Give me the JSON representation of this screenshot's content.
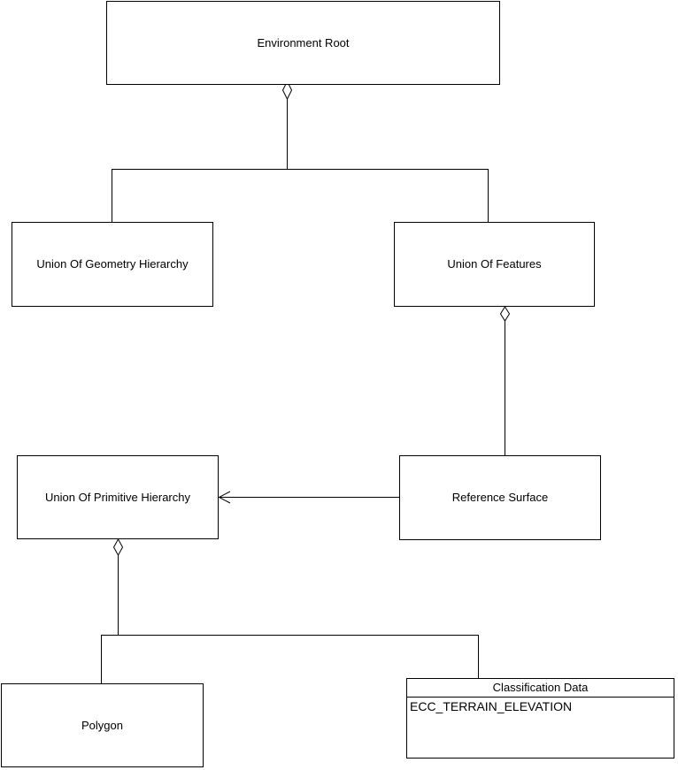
{
  "diagram": {
    "type": "uml-class-aggregation-diagram",
    "colors": {
      "line": "#000000",
      "background": "#ffffff",
      "box_fill": "#ffffff",
      "text": "#000000"
    },
    "nodes": {
      "environment_root": {
        "label": "Environment Root"
      },
      "union_of_geometry_hierarchy": {
        "label": "Union Of Geometry Hierarchy"
      },
      "union_of_features": {
        "label": "Union Of Features"
      },
      "union_of_primitive_hierarchy": {
        "label": "Union Of Primitive Hierarchy"
      },
      "reference_surface": {
        "label": "Reference Surface"
      },
      "polygon": {
        "label": "Polygon"
      },
      "classification_data": {
        "title": "Classification Data",
        "attributes": [
          "ECC_TERRAIN_ELEVATION"
        ]
      }
    },
    "edges": [
      {
        "from": "environment_root",
        "to": "union_of_geometry_hierarchy",
        "type": "aggregation-open-diamond"
      },
      {
        "from": "environment_root",
        "to": "union_of_features",
        "type": "aggregation-open-diamond"
      },
      {
        "from": "union_of_features",
        "to": "reference_surface",
        "type": "aggregation-open-diamond"
      },
      {
        "from": "reference_surface",
        "to": "union_of_primitive_hierarchy",
        "type": "association-open-arrow"
      },
      {
        "from": "union_of_primitive_hierarchy",
        "to": "polygon",
        "type": "aggregation-open-diamond"
      },
      {
        "from": "union_of_primitive_hierarchy",
        "to": "classification_data",
        "type": "aggregation-open-diamond"
      }
    ]
  }
}
